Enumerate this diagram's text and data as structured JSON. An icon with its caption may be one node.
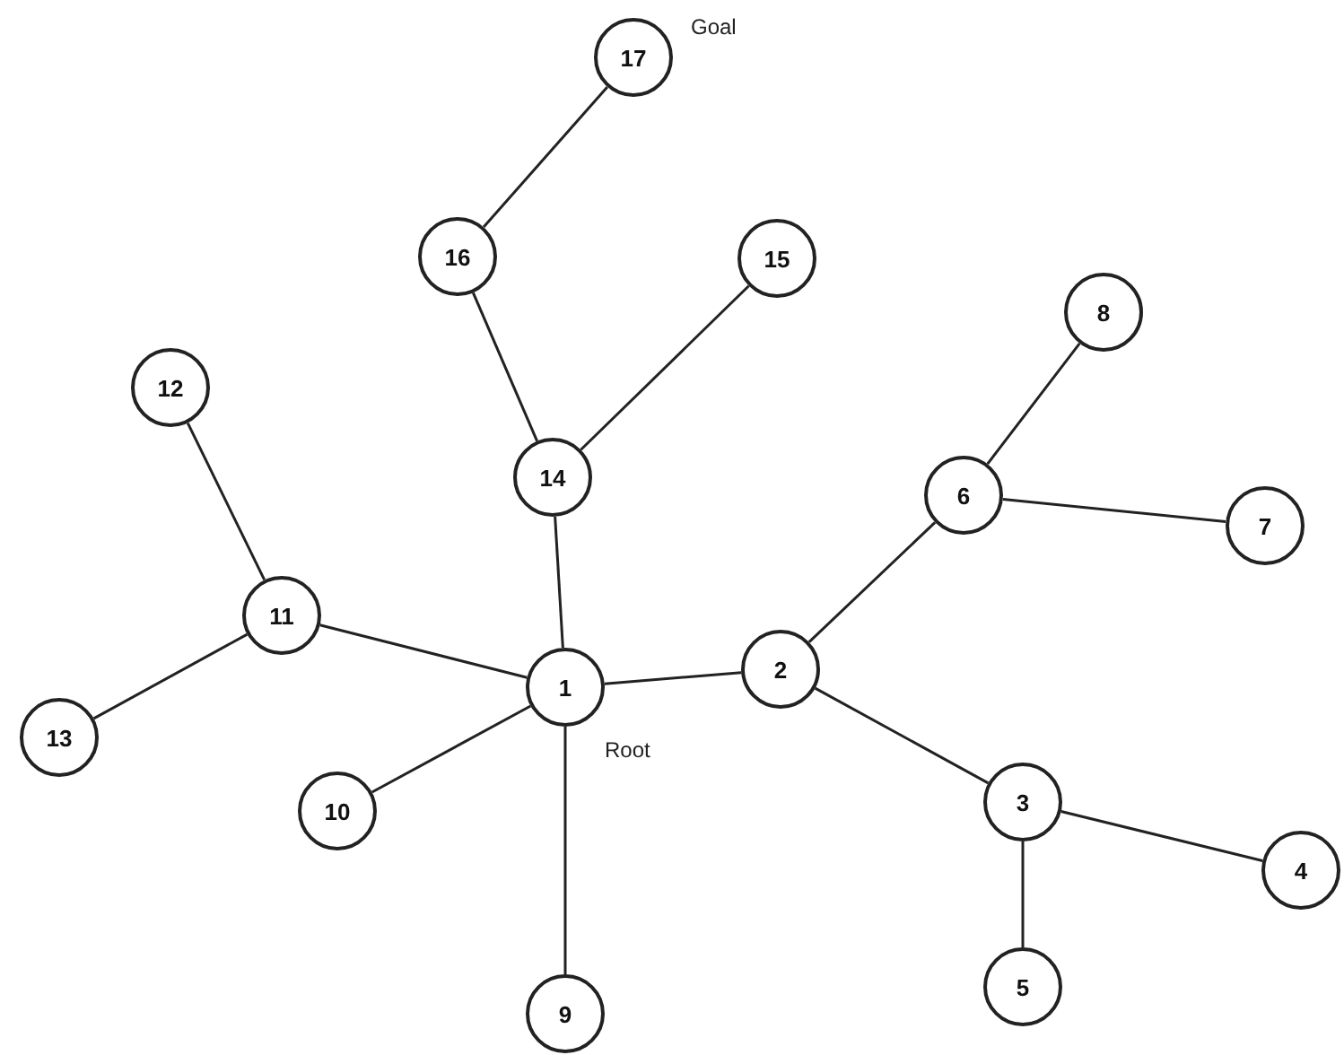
{
  "diagram": {
    "nodes": [
      {
        "text": [
          "1"
        ],
        "beside": [
          "Root"
        ]
      },
      {
        "text": [
          "2"
        ]
      },
      {
        "text": [
          "3"
        ]
      },
      {
        "text": [
          "4"
        ]
      },
      {
        "text": [
          "5"
        ]
      },
      {
        "text": [
          "6"
        ]
      },
      {
        "text": [
          "7"
        ]
      },
      {
        "text": [
          "8"
        ]
      },
      {
        "text": [
          "9"
        ]
      },
      {
        "text": [
          "10"
        ]
      },
      {
        "text": [
          "11"
        ]
      },
      {
        "text": [
          "12"
        ]
      },
      {
        "text": [
          "13"
        ]
      },
      {
        "text": [
          "14"
        ]
      },
      {
        "text": [
          "15"
        ]
      },
      {
        "text": [
          "16"
        ]
      },
      {
        "text": [
          "17"
        ],
        "beside": [
          "Goal"
        ]
      }
    ],
    "edges": [
      {
        "from": 0,
        "to": 1,
        "arrow": "none"
      },
      {
        "from": 1,
        "to": 5,
        "arrow": "none"
      },
      {
        "from": 5,
        "to": 7,
        "arrow": "none"
      },
      {
        "from": 5,
        "to": 6,
        "arrow": "none"
      },
      {
        "from": 1,
        "to": 2,
        "arrow": "none"
      },
      {
        "from": 2,
        "to": 3,
        "arrow": "none"
      },
      {
        "from": 2,
        "to": 4,
        "arrow": "none"
      },
      {
        "from": 0,
        "to": 8,
        "arrow": "none"
      },
      {
        "from": 0,
        "to": 9,
        "arrow": "none"
      },
      {
        "from": 0,
        "to": 10,
        "arrow": "none"
      },
      {
        "from": 10,
        "to": 11,
        "arrow": "none"
      },
      {
        "from": 10,
        "to": 12,
        "arrow": "none"
      },
      {
        "from": 0,
        "to": 13,
        "arrow": "none"
      },
      {
        "from": 13,
        "to": 15,
        "arrow": "none"
      },
      {
        "from": 13,
        "to": 14,
        "arrow": "none"
      },
      {
        "from": 15,
        "to": 16,
        "arrow": "none"
      }
    ]
  }
}
